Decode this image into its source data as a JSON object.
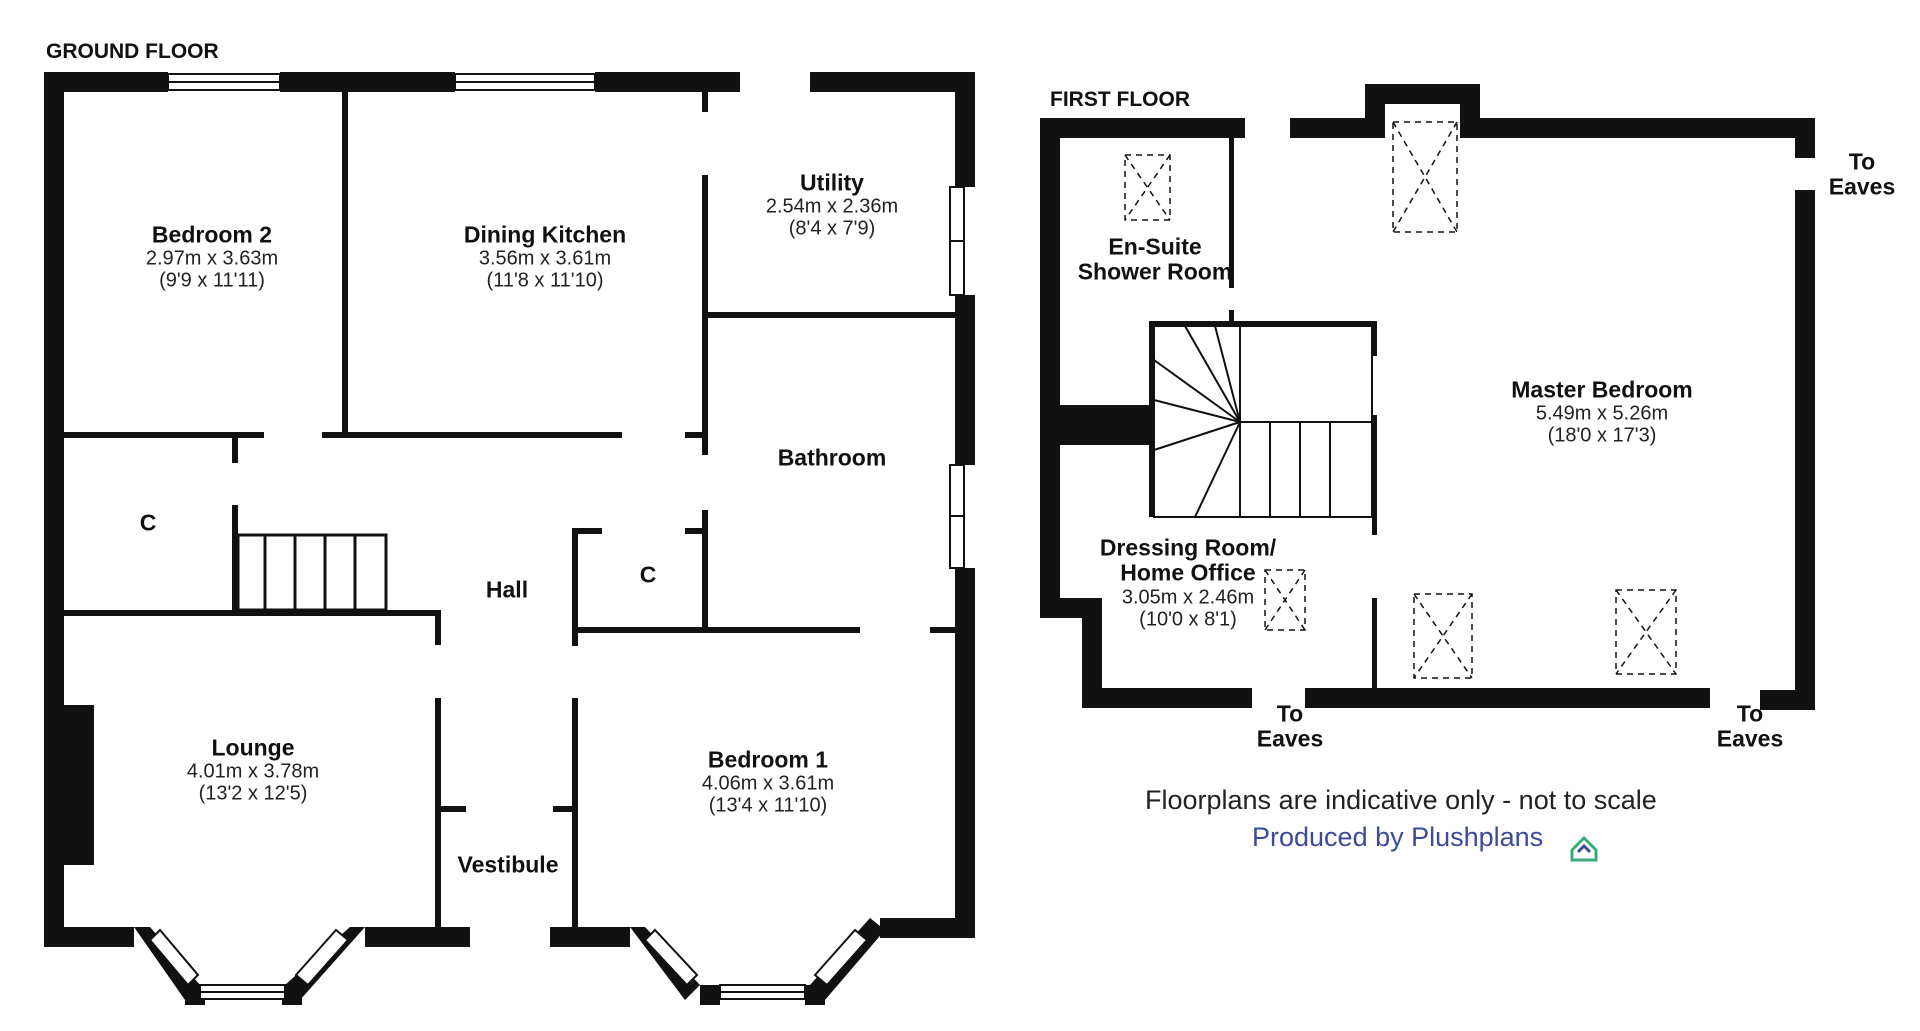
{
  "floors": {
    "ground": {
      "title": "GROUND FLOOR"
    },
    "first": {
      "title": "FIRST FLOOR"
    }
  },
  "rooms": {
    "bedroom2": {
      "name": "Bedroom 2",
      "metric": "2.97m x 3.63m",
      "imperial": "(9'9 x 11'11)"
    },
    "dining_kitchen": {
      "name": "Dining Kitchen",
      "metric": "3.56m x 3.61m",
      "imperial": "(11'8 x 11'10)"
    },
    "utility": {
      "name": "Utility",
      "metric": "2.54m x 2.36m",
      "imperial": "(8'4 x 7'9)"
    },
    "bathroom": {
      "name": "Bathroom"
    },
    "cupboard_a": {
      "name": "C"
    },
    "cupboard_b": {
      "name": "C"
    },
    "hall": {
      "name": "Hall"
    },
    "lounge": {
      "name": "Lounge",
      "metric": "4.01m x 3.78m",
      "imperial": "(13'2 x 12'5)"
    },
    "bedroom1": {
      "name": "Bedroom 1",
      "metric": "4.06m x 3.61m",
      "imperial": "(13'4 x 11'10)"
    },
    "vestibule": {
      "name": "Vestibule"
    },
    "ensuite": {
      "name_line1": "En-Suite",
      "name_line2": "Shower Room"
    },
    "master_bedroom": {
      "name": "Master Bedroom",
      "metric": "5.49m x 5.26m",
      "imperial": "(18'0 x 17'3)"
    },
    "dressing_room": {
      "name_line1": "Dressing Room/",
      "name_line2": "Home Office",
      "metric": "3.05m x 2.46m",
      "imperial": "(10'0 x 8'1)"
    }
  },
  "eaves_labels": {
    "top_right": {
      "line1": "To",
      "line2": "Eaves"
    },
    "bottom_middle": {
      "line1": "To",
      "line2": "Eaves"
    },
    "bottom_right": {
      "line1": "To",
      "line2": "Eaves"
    }
  },
  "footer": {
    "disclaimer": "Floorplans are indicative only - not to scale",
    "produced_by": "Produced by Plushplans"
  },
  "colors": {
    "wall": "#111111",
    "brand": "#3b4a9a",
    "logo_accent": "#3aaa7a"
  }
}
